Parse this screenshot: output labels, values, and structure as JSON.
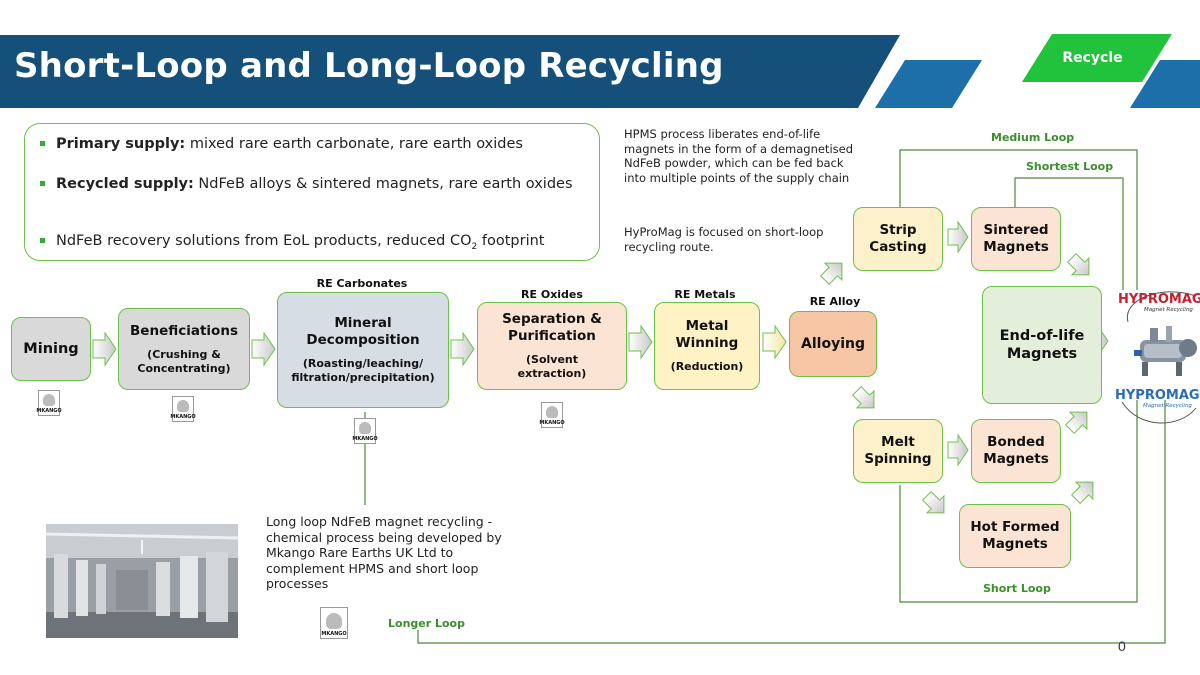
{
  "header": {
    "title": "Short-Loop and Long-Loop Recycling",
    "tag": "Recycle",
    "colors": {
      "band": "#15507a",
      "accent_blue": "#1c6fa8",
      "accent_green": "#22c33c"
    }
  },
  "summary": {
    "bullets": [
      {
        "bold": "Primary supply:",
        "text": " mixed rare earth carbonate, rare earth oxides"
      },
      {
        "bold": "Recycled supply:",
        "text": " NdFeB alloys & sintered magnets, rare earth oxides"
      },
      {
        "bold": "",
        "text_before": "NdFeB recovery solutions from EoL products, reduced CO",
        "sub": "2",
        "text_after": " footprint"
      }
    ]
  },
  "notes": {
    "hpms_line1": "HPMS process liberates end-of-life magnets in the form of a demagnetised NdFeB powder, which can be fed back into multiple points of the supply chain",
    "hpms_line2": "HyProMag is focused on short-loop recycling route.",
    "long_loop": "Long loop NdFeB magnet recycling - chemical process being developed by Mkango Rare Earths UK Ltd to complement HPMS and short loop processes"
  },
  "stage_labels": {
    "re_carbonates": "RE Carbonates",
    "re_oxides": "RE Oxides",
    "re_metals": "RE Metals",
    "re_alloy": "RE Alloy"
  },
  "steps": {
    "mining": {
      "title": "Mining"
    },
    "beneficiations": {
      "title": "Beneficiations",
      "sub": "(Crushing & Concentrating)"
    },
    "mineral": {
      "title": "Mineral Decomposition",
      "sub": "(Roasting/leaching/ filtration/precipitation)"
    },
    "separation": {
      "title": "Separation & Purification",
      "sub": "(Solvent extraction)"
    },
    "metal": {
      "title": "Metal Winning",
      "sub": "(Reduction)"
    },
    "alloying": {
      "title": "Alloying"
    },
    "strip": {
      "title": "Strip Casting"
    },
    "sintered": {
      "title": "Sintered Magnets"
    },
    "melt": {
      "title": "Melt Spinning"
    },
    "bonded": {
      "title": "Bonded Magnets"
    },
    "hotformed": {
      "title": "Hot Formed Magnets"
    },
    "eol": {
      "title": "End-of-life Magnets"
    }
  },
  "loops": {
    "medium": "Medium Loop",
    "shortest": "Shortest Loop",
    "short": "Short Loop",
    "longer": "Longer Loop"
  },
  "logos": {
    "mkango": "MKANGO",
    "hypromag_a": "HYPROMAG",
    "hypromag_b": "HYPROMAG",
    "hypromag_sub": "Magnet Recycling"
  },
  "page_number": "0"
}
